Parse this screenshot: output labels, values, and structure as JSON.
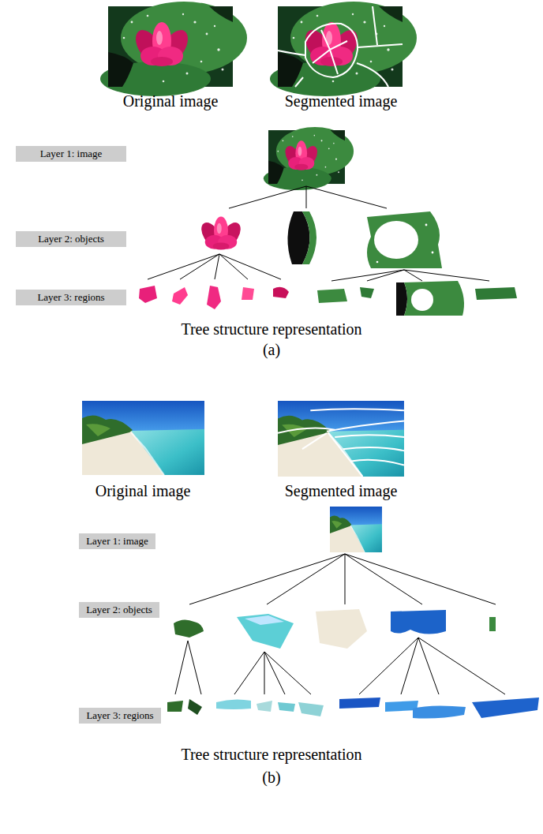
{
  "diagram": {
    "nodes": [
      {
        "text": [
          "Layer 1: image"
        ]
      },
      {
        "text": [
          "Layer 2: objects"
        ]
      },
      {
        "text": [
          "Layer 3: regions"
        ]
      },
      {
        "text": [
          "Layer 1: image"
        ]
      },
      {
        "text": [
          "Layer 2: objects"
        ]
      },
      {
        "text": [
          "Layer 3: regions"
        ]
      }
    ],
    "labels": [
      "Original image",
      "Segmented image",
      "Tree structure representation",
      "(a)",
      "Original image",
      "Segmented image",
      "Tree structure representation",
      "(b)"
    ]
  }
}
